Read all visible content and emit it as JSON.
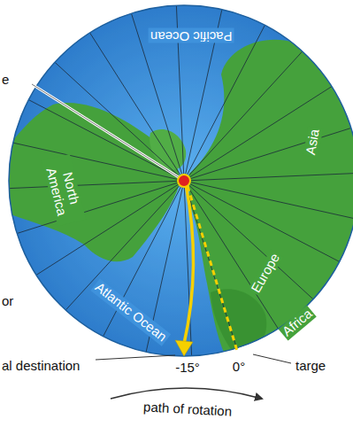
{
  "diagram": {
    "labels": [
      "e",
      "or",
      "Pacific Ocean",
      "Asia",
      "North America",
      "Atlantic Ocean",
      "Europe",
      "Africa",
      "al destination",
      "-15°",
      "0°",
      "targe",
      "path of rotation"
    ]
  }
}
